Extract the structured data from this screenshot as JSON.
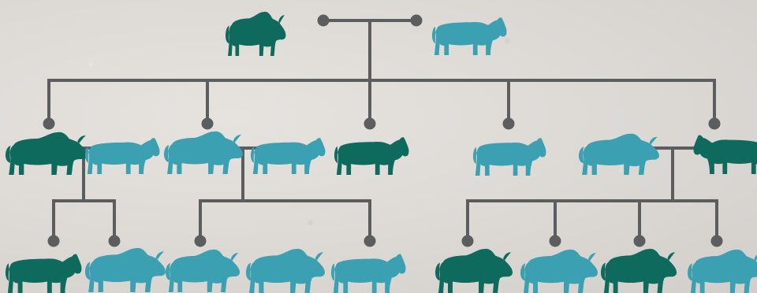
{
  "colors": {
    "background": "#dcd9d5",
    "connector": "#5b5d5e",
    "dark": "#0d6a5c",
    "light": "#3aa0b2"
  },
  "generations": [
    {
      "level": 1,
      "animals": [
        {
          "id": "g1-bull",
          "kind": "bull",
          "color": "dark"
        },
        {
          "id": "g1-cow",
          "kind": "cow",
          "color": "light"
        }
      ]
    },
    {
      "level": 2,
      "animals": [
        {
          "id": "g2-a-bull",
          "kind": "bull",
          "color": "dark"
        },
        {
          "id": "g2-a-mate",
          "kind": "cow",
          "color": "light"
        },
        {
          "id": "g2-b-bull",
          "kind": "bull",
          "color": "light"
        },
        {
          "id": "g2-b-mate",
          "kind": "cow",
          "color": "light"
        },
        {
          "id": "g2-c-cow",
          "kind": "cow",
          "color": "dark"
        },
        {
          "id": "g2-d-cow",
          "kind": "cow",
          "color": "light"
        },
        {
          "id": "g2-e-mate",
          "kind": "bull",
          "color": "light"
        },
        {
          "id": "g2-e-cow",
          "kind": "cow",
          "color": "dark"
        }
      ]
    },
    {
      "level": 3,
      "animals": [
        {
          "id": "g3-1",
          "kind": "cow",
          "color": "dark"
        },
        {
          "id": "g3-2",
          "kind": "bull",
          "color": "light"
        },
        {
          "id": "g3-3",
          "kind": "bull",
          "color": "light"
        },
        {
          "id": "g3-4",
          "kind": "bull",
          "color": "light"
        },
        {
          "id": "g3-5",
          "kind": "cow",
          "color": "light"
        },
        {
          "id": "g3-6",
          "kind": "bull",
          "color": "dark"
        },
        {
          "id": "g3-7",
          "kind": "bull",
          "color": "light"
        },
        {
          "id": "g3-8",
          "kind": "bull",
          "color": "dark"
        },
        {
          "id": "g3-9",
          "kind": "bull",
          "color": "light"
        }
      ]
    }
  ]
}
